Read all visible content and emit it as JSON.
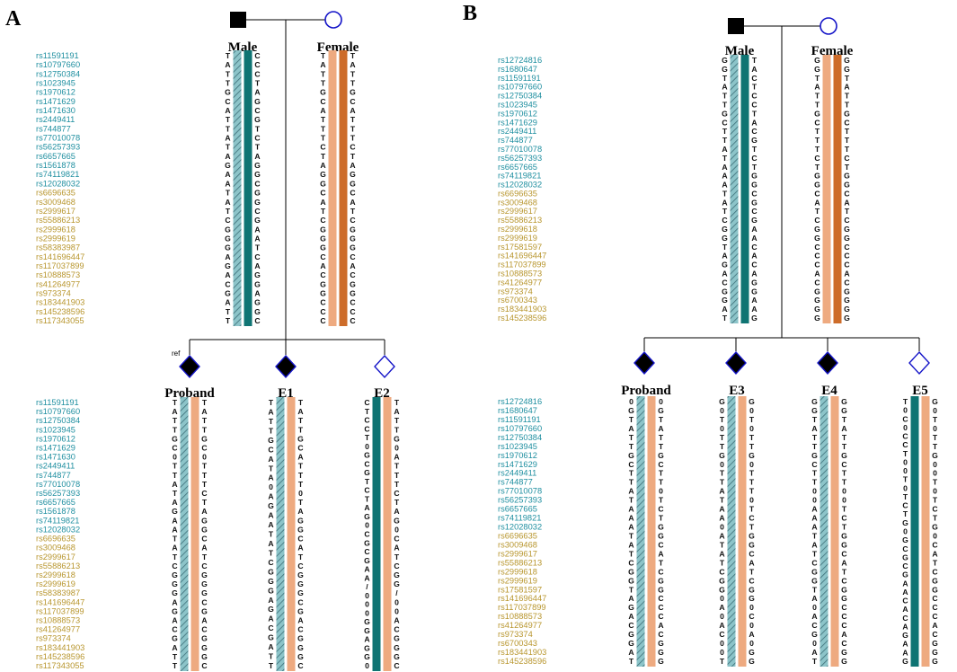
{
  "colors": {
    "snp_teal": "#1f8fa0",
    "snp_gold": "#b8962e",
    "teal_bar": "#0f7473",
    "hatched_bar": "#8cc4c9",
    "peach_bar": "#eeaa80",
    "orange_bar": "#cd6c2a",
    "male_symbol": "#000000",
    "female_outline": "#1515c8",
    "affected_fill": "#000000",
    "diamond_outline": "#1515c8"
  },
  "panels": [
    {
      "letter": "A",
      "snps": [
        "rs11591191",
        "rs10797660",
        "rs12750384",
        "rs1023945",
        "rs1970612",
        "rs1471629",
        "rs1471630",
        "rs2449411",
        "rs744877",
        "rs77010078",
        "rs56257393",
        "rs6657665",
        "rs1561878",
        "rs74119821",
        "rs12028032",
        "rs6696635",
        "rs3009468",
        "rs2999617",
        "rs55886213",
        "rs2999618",
        "rs2999619",
        "rs58383987",
        "rs141696447",
        "rs117037899",
        "rs10888573",
        "rs41264977",
        "rs973374",
        "rs183441903",
        "rs145238596",
        "rs117343055"
      ],
      "snp_teal_count": 15,
      "parents": [
        {
          "label": "Male",
          "symbol": "square-filled",
          "bars": [
            {
              "style": "hatched",
              "side": "left"
            },
            {
              "style": "teal",
              "side": "right"
            }
          ],
          "left_alleles": "TATTGCATTATAGAATATCGGGAGACGATT",
          "right_alleles": "CCCTAGCGTCTAGGCGGCGAATCAGGAGGC"
        },
        {
          "label": "Female",
          "symbol": "circle-open",
          "bars": [
            {
              "style": "peach",
              "side": "left"
            },
            {
              "style": "orange",
              "side": "right"
            }
          ],
          "left_alleles": "TATTGCATTTCTAGGCATCGGGCACGGCCC",
          "right_alleles": "TATTGCATTTCTAGGCATCGGGCACGGCCC"
        }
      ],
      "children": [
        {
          "label": "Proband",
          "ref": "ref",
          "affected": true,
          "bars": [
            {
              "style": "hatched",
              "side": "left"
            },
            {
              "style": "peach",
              "side": "right"
            }
          ],
          "left_alleles": "TATTGC0TTATAGAATATCGGGAGACGATT",
          "right_alleles": "TATTGC0TTTCTAGGCATCGGGCGACGGGC"
        },
        {
          "label": "E1",
          "ref": "",
          "affected": true,
          "bars": [
            {
              "style": "hatched",
              "side": "left"
            },
            {
              "style": "peach",
              "side": "right"
            }
          ],
          "left_alleles": "TATTGCATA0AGAATATCGGGAGACGATT",
          "right_alleles": "TATTGCATTT0TAGGCATCGGGCGACGGGC"
        },
        {
          "label": "E2",
          "ref": "",
          "affected": false,
          "bars": [
            {
              "style": "teal",
              "side": "left"
            },
            {
              "style": "peach",
              "side": "right"
            }
          ],
          "left_alleles": "CTCCT0GCGTCTAG0CGCGAA/000GGAGG0",
          "right_alleles": "TATTG0ATTTCTAG0CATCGG/00ACGGGC"
        }
      ]
    },
    {
      "letter": "B",
      "snps": [
        "rs12724816",
        "rs1680647",
        "rs11591191",
        "rs10797660",
        "rs12750384",
        "rs1023945",
        "rs1970612",
        "rs1471629",
        "rs2449411",
        "rs744877",
        "rs77010078",
        "rs56257393",
        "rs6657665",
        "rs74119821",
        "rs12028032",
        "rs6696635",
        "rs3009468",
        "rs2999617",
        "rs55886213",
        "rs2999618",
        "rs2999619",
        "rs17581597",
        "rs141696447",
        "rs117037899",
        "rs10888573",
        "rs41264977",
        "rs973374",
        "rs6700343",
        "rs183441903",
        "rs145238596"
      ],
      "snp_teal_count": 15,
      "parents": [
        {
          "label": "Male",
          "symbol": "square-filled",
          "bars": [
            {
              "style": "hatched",
              "side": "left"
            },
            {
              "style": "teal",
              "side": "right"
            }
          ],
          "left_alleles": "GGTATTGCTTATAAATATCGGTAGACGGAT",
          "right_alleles": "TACTCCTACGTCTGGCGCGAACACAGGAAG"
        },
        {
          "label": "Female",
          "symbol": "circle-open",
          "bars": [
            {
              "style": "peach",
              "side": "left"
            },
            {
              "style": "orange",
              "side": "right"
            }
          ],
          "left_alleles": "GGTATTGCTTTCTGGCATCGGCCCACGGGG",
          "right_alleles": "GGTATTGCTTTCTGGCATCGGCCCACGGGG"
        }
      ],
      "children": [
        {
          "label": "Proband",
          "affected": true,
          "bars": [
            {
              "style": "hatched",
              "side": "left"
            },
            {
              "style": "peach",
              "side": "right"
            }
          ],
          "left_alleles": "0GTATTGCTTATAAATATCGGTAGACGGAT",
          "right_alleles": "0GTATTGCTT0TCTGGCATCGGCCCACGGG"
        },
        {
          "label": "E3",
          "affected": true,
          "bars": [
            {
              "style": "hatched",
              "side": "left"
            },
            {
              "style": "peach",
              "side": "right"
            }
          ],
          "left_alleles": "G0T0TTG0TTATAA0ATATCGG0A0AC00T",
          "right_alleles": "G0T0TTG0TTT0TCTGGCATCGG0C0A0GG"
        },
        {
          "label": "E4",
          "affected": true,
          "bars": [
            {
              "style": "hatched",
              "side": "left"
            },
            {
              "style": "peach",
              "side": "right"
            }
          ],
          "left_alleles": "GGTATTGCTT00AAATATCGGTA0ACG0AT",
          "right_alleles": "GGTATTGCTT00TCTGGCATCGGCCCACGG"
        },
        {
          "label": "E5",
          "affected": false,
          "bars": [
            {
              "style": "teal",
              "side": "left"
            },
            {
              "style": "peach",
              "side": "right"
            }
          ],
          "left_alleles": "T0C0CCT00T0TCTG0GCGCGAACACAGAAG",
          "right_alleles": "G0T0TTG00T0TCTG0CATCGGCCCACGGG"
        }
      ]
    }
  ]
}
